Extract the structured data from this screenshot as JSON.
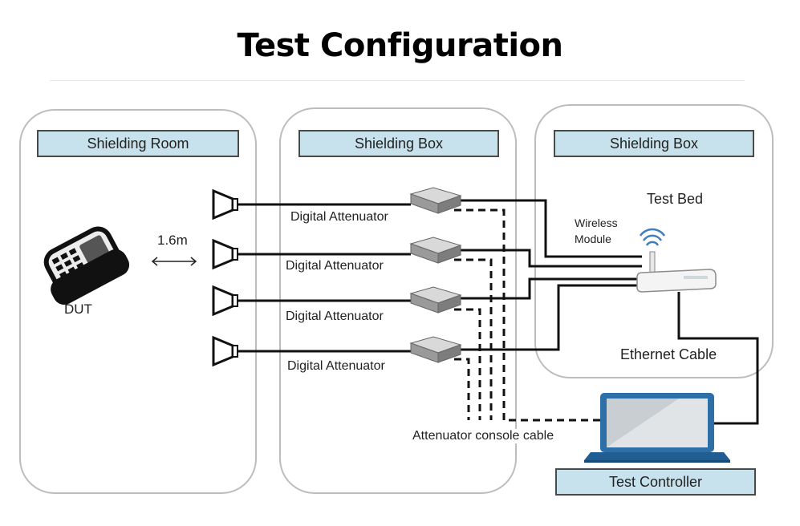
{
  "title": "Test Configuration",
  "panels": {
    "room": "Shielding Room",
    "box1": "Shielding Box",
    "box2": "Shielding Box"
  },
  "dut_label": "DUT",
  "distance_label": "1.6m",
  "attenuators": [
    "Digital Attenuator",
    "Digital Attenuator",
    "Digital Attenuator",
    "Digital Attenuator"
  ],
  "test_bed_label": "Test Bed",
  "wireless_module_label": [
    "Wireless",
    "Module"
  ],
  "ethernet_cable_label": "Ethernet Cable",
  "console_cable_label": "Attenuator console cable",
  "test_controller_label": "Test Controller",
  "icons": [
    "payment-terminal-icon",
    "antenna-icon",
    "attenuator-icon",
    "router-icon",
    "wifi-signal-icon",
    "laptop-icon",
    "double-arrow-icon"
  ],
  "colors": {
    "label_fill": "#c7e2ec",
    "panel_border": "#bdbdbd",
    "laptop_blue": "#2f6fa8"
  }
}
